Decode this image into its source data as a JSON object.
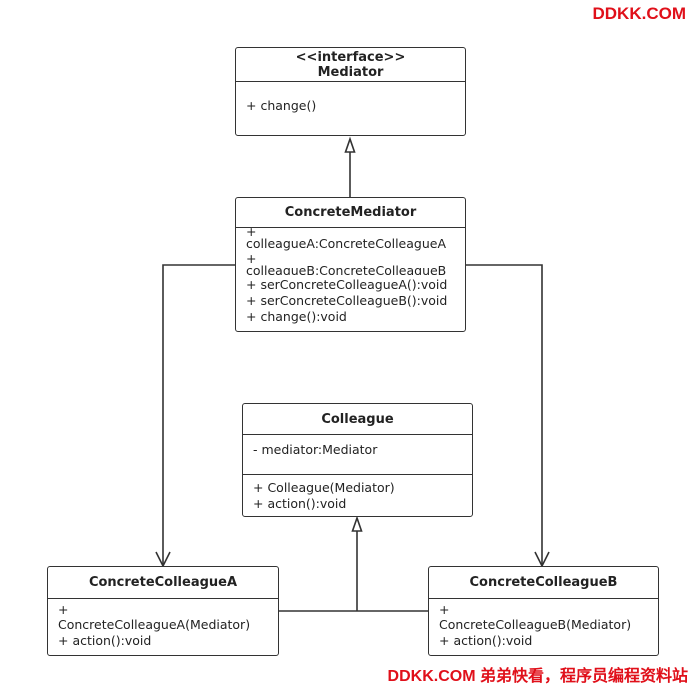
{
  "watermarks": {
    "top": "DDKK.COM",
    "bottom": "DDKK.COM 弟弟快看，程序员编程资料站"
  },
  "classes": {
    "mediator": {
      "stereotype": "<<interface>>",
      "name": "Mediator",
      "attributes": [],
      "methods": [
        "+ change()"
      ]
    },
    "concrete_mediator": {
      "name": "ConcreteMediator",
      "attributes": [
        "+",
        "colleagueA:ConcreteColleagueA",
        "+",
        "colleagueB:ConcreteColleagueB"
      ],
      "methods": [
        "+ serConcreteColleagueA():void",
        "+ serConcreteColleagueB():void",
        "+ change():void"
      ]
    },
    "colleague": {
      "name": "Colleague",
      "attributes": [
        "- mediator:Mediator"
      ],
      "methods": [
        "+ Colleague(Mediator)",
        "+ action():void"
      ]
    },
    "concrete_colleague_a": {
      "name": "ConcreteColleagueA",
      "attributes": [],
      "methods": [
        "+",
        "ConcreteColleagueA(Mediator)",
        "+ action():void"
      ]
    },
    "concrete_colleague_b": {
      "name": "ConcreteColleagueB",
      "attributes": [],
      "methods": [
        "+",
        "ConcreteColleagueB(Mediator)",
        "+ action():void"
      ]
    }
  }
}
